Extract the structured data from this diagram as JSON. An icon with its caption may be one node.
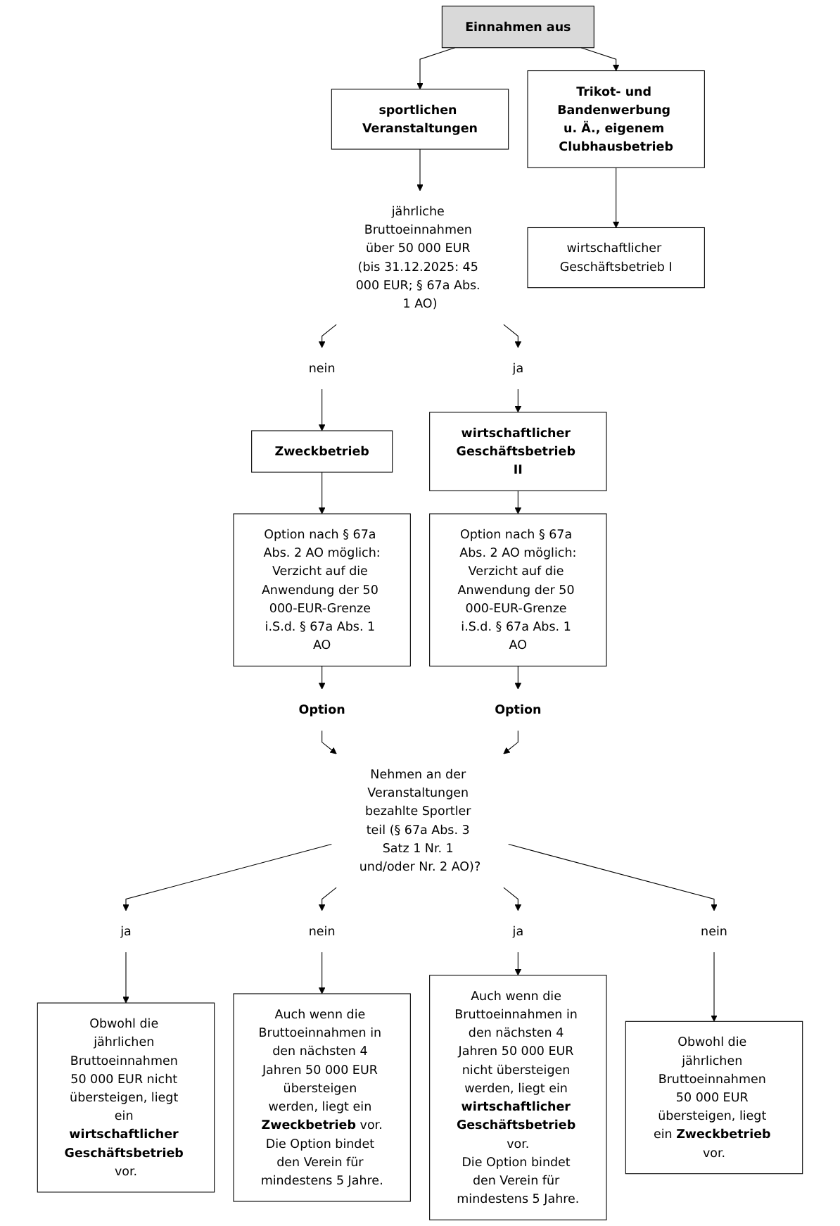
{
  "diagram": {
    "nodes": [
      {
        "text": [
          "Einnahmen aus"
        ]
      },
      {
        "text": [
          "sportlichen Veranstaltungen"
        ]
      },
      {
        "text": [
          "Trikot- und Bandenwerbung u. Ä., eigenem Clubhausbetrieb"
        ]
      },
      {
        "text": [
          "jährliche Bruttoeinnahmen über 50 000 EUR (bis 31.12.2025: 45 000 EUR; § 67a Abs. 1 AO)"
        ]
      },
      {
        "text": [
          "wirtschaftlicher Geschäftsbetrieb I"
        ]
      },
      {
        "text": [
          "ja"
        ]
      },
      {
        "text": [
          "nein"
        ]
      },
      {
        "text": [
          "wirtschaftlicher Geschäftsbetrieb II"
        ]
      },
      {
        "text": [
          "Zweckbetrieb"
        ]
      },
      {
        "text": [
          "Option nach § 67a Abs. 2 AO möglich:",
          "Verzicht auf die Anwendung der 50 000-EUR-Grenze i.S.d. § 67a Abs. 1 AO"
        ]
      },
      {
        "text": [
          "Option nach § 67a Abs. 2 AO möglich:",
          "Verzicht auf die Anwendung der 50 000-EUR-Grenze i.S.d. § 67a Abs. 1 AO"
        ]
      },
      {
        "text": [
          "Option"
        ]
      },
      {
        "text": [
          "Option"
        ]
      },
      {
        "text": [
          "Nehmen an der Veranstaltungen bezahlte Sportler teil (§ 67a Abs. 3 Satz 1 Nr. 1 und/oder Nr. 2 AO)?"
        ]
      },
      {
        "text": [
          "ja"
        ]
      },
      {
        "text": [
          "nein"
        ]
      },
      {
        "text": [
          "ja"
        ]
      },
      {
        "text": [
          "nein"
        ]
      },
      {
        "text": [
          "Obwohl die jährlichen Bruttoeinnahmen 50 000 EUR nicht übersteigen, liegt ein **wirtschaftlicher Geschäftsbetrieb** vor."
        ]
      },
      {
        "text": [
          "Auch wenn die Bruttoeinnahmen in den nächsten 4 Jahren 50 000 EUR übersteigen werden, liegt ein **Zweckbetrieb** vor.",
          "Die Option bindet den Verein für mindestens 5 Jahre."
        ]
      },
      {
        "text": [
          "Auch wenn die Bruttoeinnahmen in den nächsten 4 Jahren 50 000 EUR nicht übersteigen werden, liegt ein **wirtschaftlicher Geschäftsbetrieb** vor.",
          "Die Option bindet den Verein für mindestens 5 Jahre."
        ]
      },
      {
        "text": [
          "Obwohl die jährlichen Bruttoeinnahmen 50 000 EUR übersteigen, liegt ein **Zweckbetrieb** vor."
        ]
      }
    ],
    "edges": [
      {
        "from": 0,
        "to": 1,
        "arrow": "to"
      },
      {
        "from": 0,
        "to": 2,
        "arrow": "to"
      },
      {
        "from": 1,
        "to": 3,
        "arrow": "to"
      },
      {
        "from": 2,
        "to": 4,
        "arrow": "to"
      },
      {
        "from": 3,
        "to": 5,
        "arrow": "to"
      },
      {
        "from": 3,
        "to": 6,
        "arrow": "to"
      },
      {
        "from": 5,
        "to": 7,
        "arrow": "to"
      },
      {
        "from": 6,
        "to": 8,
        "arrow": "to"
      },
      {
        "from": 8,
        "to": 9,
        "arrow": "to"
      },
      {
        "from": 7,
        "to": 10,
        "arrow": "to"
      },
      {
        "from": 9,
        "to": 11,
        "arrow": "to"
      },
      {
        "from": 10,
        "to": 12,
        "arrow": "to"
      },
      {
        "from": 11,
        "to": 13,
        "arrow": "to"
      },
      {
        "from": 12,
        "to": 13,
        "arrow": "to"
      },
      {
        "from": 13,
        "to": 14,
        "arrow": "to"
      },
      {
        "from": 13,
        "to": 15,
        "arrow": "to"
      },
      {
        "from": 13,
        "to": 16,
        "arrow": "to"
      },
      {
        "from": 13,
        "to": 17,
        "arrow": "to"
      },
      {
        "from": 14,
        "to": 18,
        "arrow": "to"
      },
      {
        "from": 15,
        "to": 19,
        "arrow": "to"
      },
      {
        "from": 16,
        "to": 20,
        "arrow": "to"
      },
      {
        "from": 17,
        "to": 21,
        "arrow": "to"
      }
    ]
  }
}
